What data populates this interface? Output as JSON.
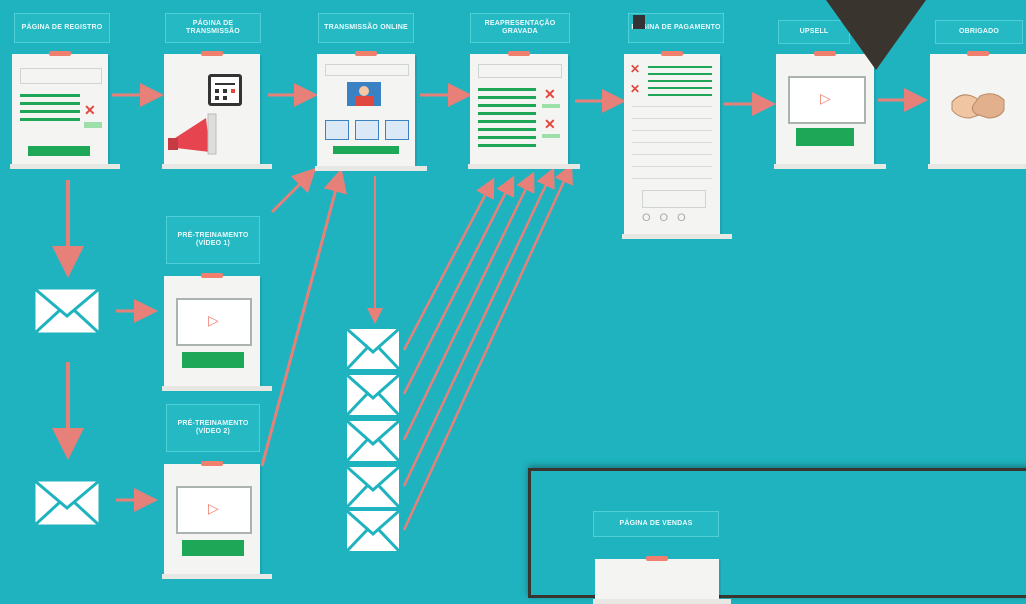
{
  "labels": {
    "registration_page": "PÁGINA DE REGISTRO",
    "broadcast_page": "PÁGINA DE TRANSMISSÃO",
    "online_broadcast": "TRANSMISSÃO ONLINE",
    "replay": "REAPRESENTAÇÃO GRAVADA",
    "payment_page": "PÁGINA DE PAGAMENTO",
    "upsell": "UPSELL",
    "thank_you": "OBRIGADO",
    "pre_training_1": "PRÉ-TREINAMENTO (VÍDEO 1)",
    "pre_training_2": "PRÉ-TREINAMENTO (VÍDEO 2)",
    "sales_page": "PÁGINA DE VENDAS"
  },
  "colors": {
    "background": "#1fb3bf",
    "arrow": "#e8807a",
    "green": "#1fa758",
    "paper": "#f4f4f2",
    "dark": "#3a342f"
  },
  "icons": {
    "email": "envelope-icon",
    "video": "play-icon",
    "calendar": "calendar-icon",
    "megaphone": "megaphone-icon",
    "handshake": "handshake-icon",
    "cross": "x-mark-icon"
  }
}
